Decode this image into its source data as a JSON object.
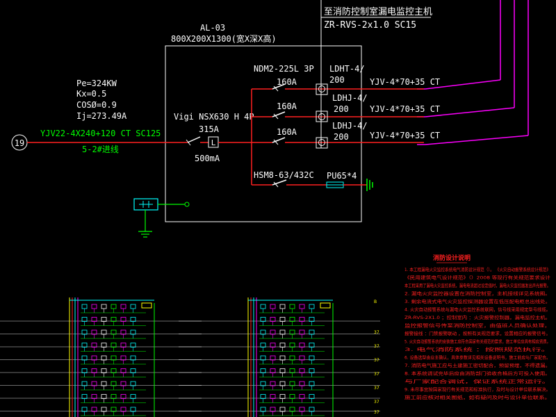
{
  "header": {
    "to_fire_control": "至消防控制室漏电监控主机",
    "signal_cable": "ZR-RVS-2x1.0 SC15"
  },
  "panel": {
    "name": "AL-03",
    "size": "800X200X1300(宽X深X高)"
  },
  "load_params": [
    "Pe=324KW",
    "Kx=0.5",
    "COSØ=0.9",
    "Ij=273.49A"
  ],
  "incoming": {
    "node_id": "19",
    "cable": "YJV22-4X240+120 CT SC125",
    "label": "5-2#进线"
  },
  "main_breaker": {
    "model": "Vigi NSX630 H 4P",
    "rating": "315A",
    "leakage": "500mA",
    "box_symbol": "L"
  },
  "branches": [
    {
      "breaker": "NDM2-225L 3P",
      "rating": "160A",
      "monitor": [
        "LDHT-4/",
        "200"
      ],
      "cable": "YJV-4*70+35 CT"
    },
    {
      "breaker": "",
      "rating": "160A",
      "monitor": [
        "LDHJ-4/",
        "200"
      ],
      "cable": "YJV-4*70+35 CT"
    },
    {
      "breaker": "",
      "rating": "160A",
      "monitor": [
        "LDHJ-4/",
        "200"
      ],
      "cable": "YJV-4*70+35 CT"
    }
  ],
  "spd": {
    "breaker": "HSM8-63/432C",
    "device": "PU65*4"
  },
  "notes": {
    "title": "消防设计说明",
    "lines": [
      "1. 本工程漏电火灾监控系统电气消防设计规范（）。 《火灾自动报警系统设计规范》",
      "《民用建筑电气设计规范》（）2008 等现行有关规范要求设计",
      "本工程采用了漏电火灾监控系统，漏电电流超过设定值时，漏电火灾监控器发出声光报警。",
      "2. 漏电火灾监控器设置在消防控制室，主机接线详见系统图。",
      "3. 剩余电流式电气火灾监控探测器设置在低压配电柜总出线处。",
      "4. 火灾自动报警系统与漏电火灾监控系统联网，信号线采用规定型号线缆。",
      "ZR-RVS-2X1.0 ；控制室内 ：火灾报警控制器，漏电监控主机。",
      "监控报警信号传至消防控制室，由值班人员确认处理，",
      "报警接线 ：门禁报警联动 ，按照有关规范要求，设置相应的报警信号。",
      "5. 火灾自动报警系统的安装施工应符合国家有关规范的要求，施工单位应具有相应资质。",
      "3. 电气消防系统 ：按照规范执行。",
      "6. 设备选型由业主确认，具体参数详见相关设备说明书，施工前应与厂家配合。",
      "7. 消防电气施工应与土建施工密切配合，预留预埋，不得遗漏。",
      "8. 本系统调试完毕后应由消防部门验收合格后方可投入使用。",
      "与厂家配合调试，保证系统正常运行。",
      "9. 未尽事宜按国家现行有关规范和标准执行，及时与设计单位联系解决。",
      "施工前应核对相关图纸，如有疑问及时与设计单位联系。"
    ]
  },
  "floor_labels": [
    "B",
    "37",
    "37",
    "37",
    "37",
    "37",
    "37",
    "37"
  ]
}
